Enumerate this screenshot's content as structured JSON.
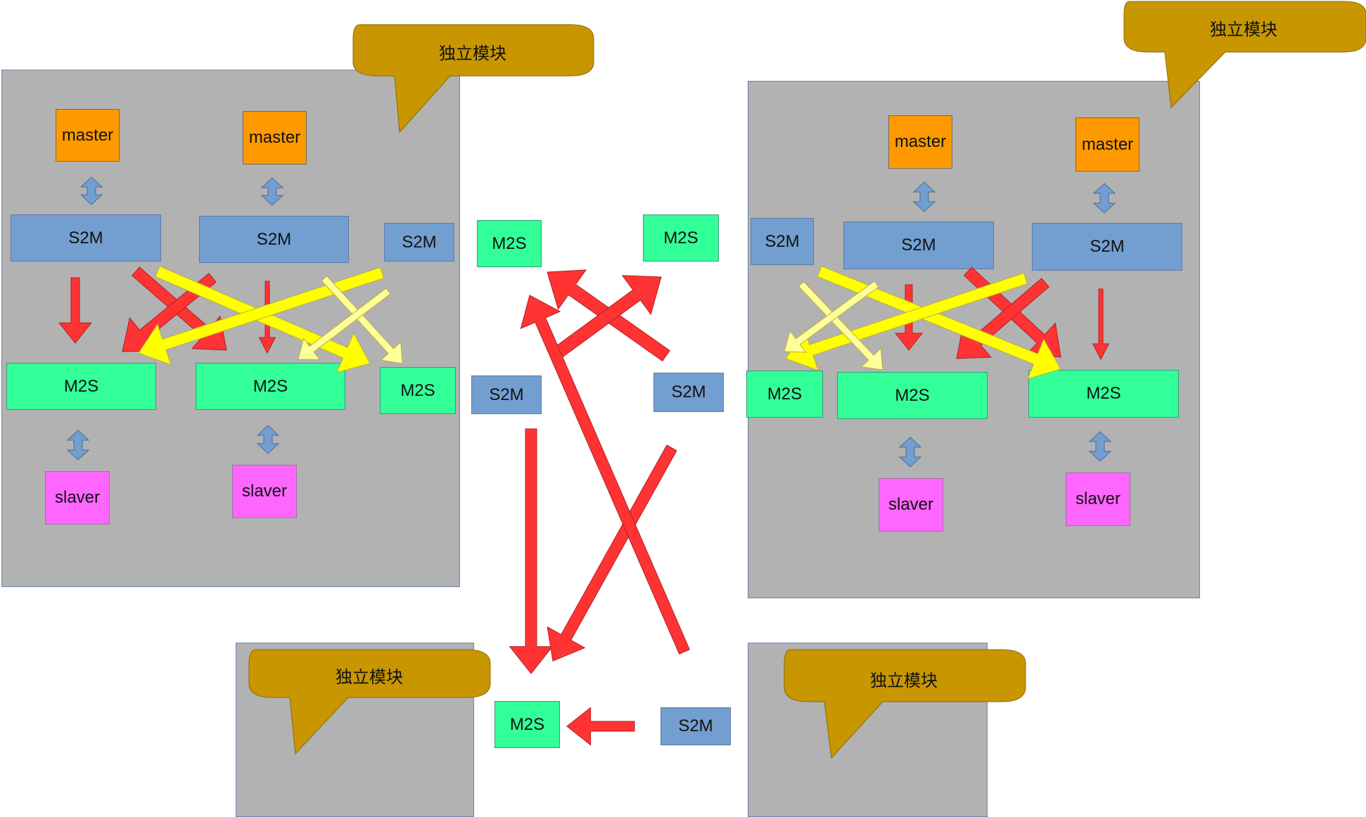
{
  "colors": {
    "panel": "#b2b2b2",
    "master": "#ff9900",
    "s2m": "#729fcf",
    "m2s": "#33ff99",
    "slaver": "#ff66ff",
    "callout": "#c89600",
    "arrow_red": "#ff3333",
    "arrow_yellow": "#ffff00",
    "arrow_pale_yellow": "#ffff99",
    "arrow_blue": "#729fcf"
  },
  "labels": {
    "callout": "独立模块",
    "master": "master",
    "s2m": "S2M",
    "m2s": "M2S",
    "slaver": "slaver"
  },
  "callouts": [
    "独立模块",
    "独立模块",
    "独立模块",
    "独立模块"
  ]
}
